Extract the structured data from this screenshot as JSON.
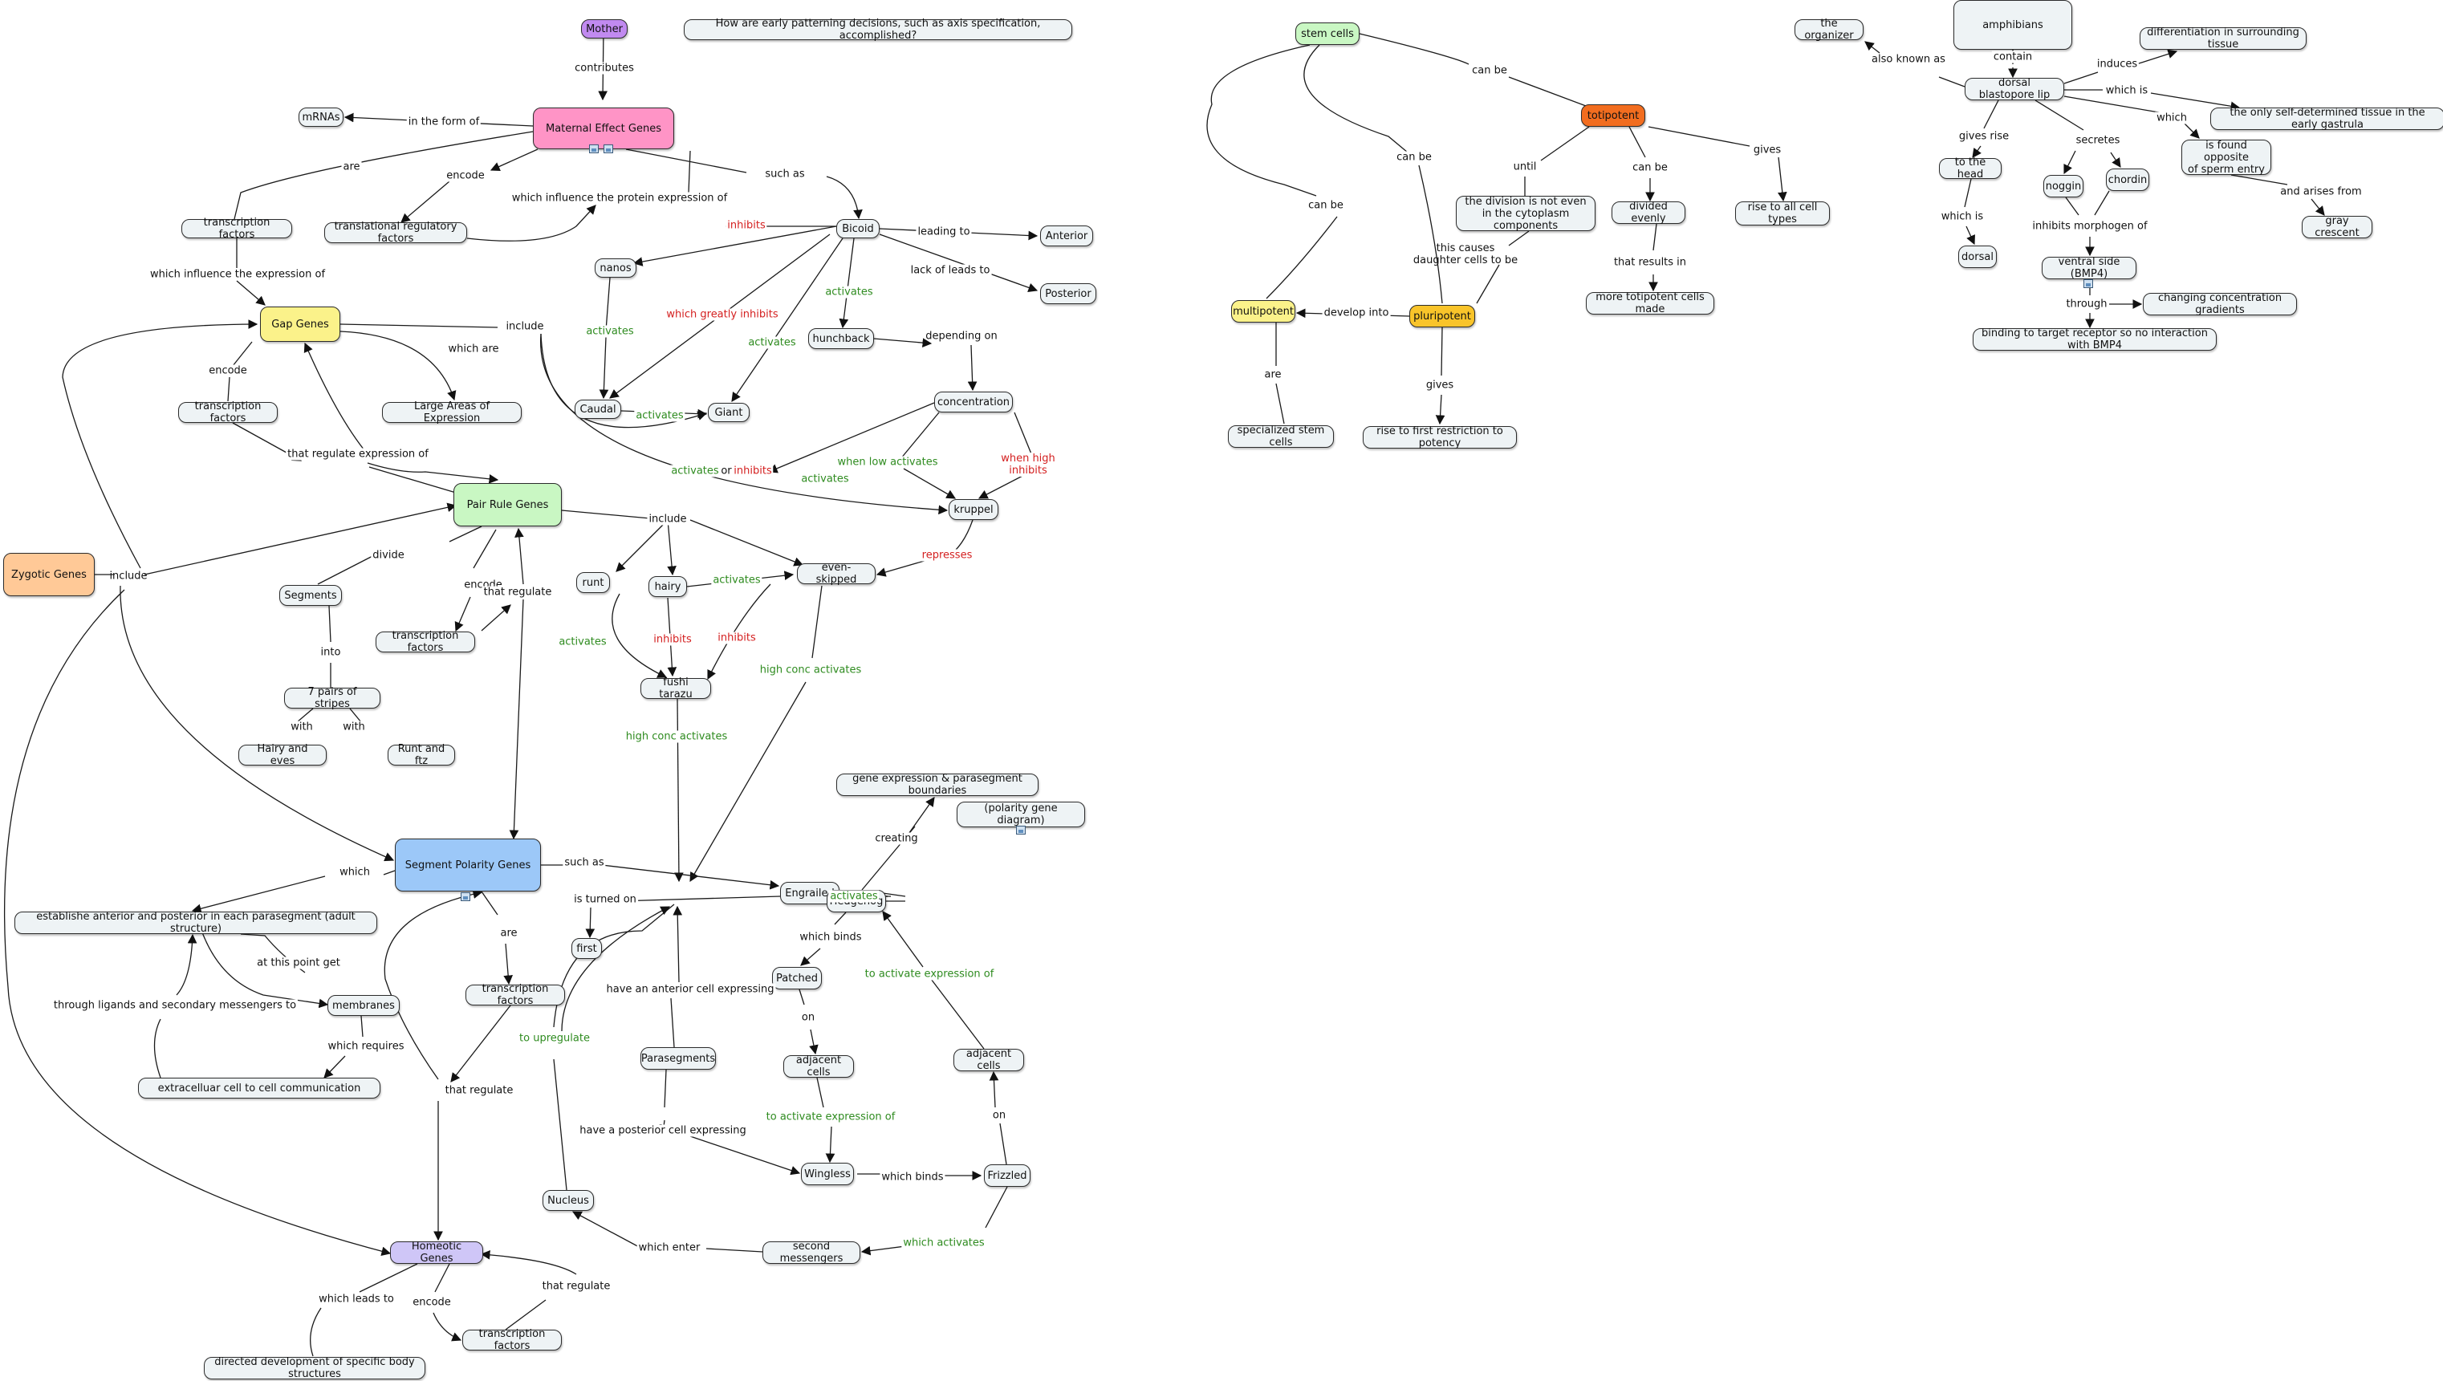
{
  "colors": {
    "mother": "#c18af0",
    "maternal": "#ff94c6",
    "gap": "#fbf28a",
    "pair_rule": "#c9f7c3",
    "zygotic": "#ffc997",
    "segment_polarity": "#9cc8f8",
    "homeotic": "#cfc6f7",
    "stem_cells": "#c9f7c3",
    "totipotent": "#f26d1f",
    "pluripotent": "#f9c42a",
    "multipotent": "#fbf28a",
    "amphibians": "#eef3f5",
    "default_node": "#eef3f5",
    "green_text": "#2e8b1f",
    "red_text": "#d42020"
  },
  "nodes": {
    "mother": "Mother",
    "question": "How are early patterning decisions, such as axis specification, accomplished?",
    "maternal_effect_genes": "Maternal Effect Genes",
    "mrnas": "mRNAs",
    "transcription_factors_1": "transcription factors",
    "translational_regulatory_factors": "translational regulatory factors",
    "bicoid": "Bicoid",
    "nanos": "nanos",
    "anterior": "Anterior",
    "posterior": "Posterior",
    "hunchback": "hunchback",
    "caudal": "Caudal",
    "giant": "Giant",
    "concentration": "concentration",
    "kruppel": "kruppel",
    "gap_genes": "Gap Genes",
    "transcription_factors_2": "transcription factors",
    "large_areas": "Large Areas of Expression",
    "pair_rule_genes": "Pair Rule Genes",
    "zygotic_genes": "Zygotic Genes",
    "segments": "Segments",
    "transcription_factors_3": "transcription factors",
    "seven_pairs": "7 pairs of stripes",
    "hairy_and_eves": "Hairy and eves",
    "runt_and_ftz": "Runt and ftz",
    "runt": "runt",
    "hairy": "hairy",
    "even_skipped": "even-skipped",
    "fushi_tarazu": "fushi tarazu",
    "segment_polarity_genes": "Segment Polarity Genes",
    "establishe": "establishe anterior and posterior in each parasegment (adult structure)",
    "membranes": "membranes",
    "extracellular": "extracelluar cell to cell communication",
    "transcription_factors_4": "transcription factors",
    "engrailed": "Engrailed",
    "first": "first",
    "parasegments": "Parasegments",
    "nucleus": "Nucleus",
    "homeotic_genes": "Homeotic Genes",
    "directed_development": "directed development of specific body structures",
    "transcription_factors_5": "transcription factors",
    "hedgehog": "Hedgehog",
    "gene_expression_boundaries": "gene expression & parasegment boundaries",
    "polarity_gene_diagram": "(polarity gene diagram)",
    "patched": "Patched",
    "adjacent_cells_1": "adjacent cells",
    "wingless": "Wingless",
    "frizzled": "Frizzled",
    "adjacent_cells_2": "adjacent cells",
    "second_messengers": "second messengers",
    "stem_cells": "stem cells",
    "totipotent": "totipotent",
    "division_not_even": "the division is not even\nin the cytoplasm components",
    "divided_evenly": "divided evenly",
    "more_totipotent": "more totipotent cells made",
    "rise_all_cell_types": "rise to all cell types",
    "multipotent": "multipotent",
    "pluripotent": "pluripotent",
    "specialized_stem_cells": "specialized stem cells",
    "rise_first_restriction": "rise to first restriction to potency",
    "the_organizer": "the organizer",
    "amphibians": "amphibians",
    "differentiation": "differentiation in surrounding tissue",
    "dorsal_blastopore_lip": "dorsal blastopore lip",
    "only_self_determined": "the only self-determined tissue in the early gastrula",
    "to_the_head": "to the head",
    "noggin": "noggin",
    "chordin": "chordin",
    "found_opposite": "is found opposite\nof sperm entry",
    "dorsal": "dorsal",
    "ventral_side": "ventral side (BMP4)",
    "gray_crescent": "gray crescent",
    "changing_gradients": "changing concentration gradients",
    "binding_receptor": "binding to target receptor so no interaction with BMP4"
  },
  "labels": {
    "contributes": "contributes",
    "in_the_form_of": "in the form of",
    "are_1": "are",
    "encode_1": "encode",
    "which_influence_protein": "which influence the protein expression of",
    "such_as_1": "such as",
    "inhibits_1": "inhibits",
    "leading_to": "leading to",
    "lack_of_leads_to": "lack of leads to",
    "which_influence_expression": "which influence the expression of",
    "include_1": "include",
    "which_are": "which are",
    "encode_2": "encode",
    "that_regulate_expression_of": "that regulate expression of",
    "which_greatly_inhibits": "which greatly inhibits",
    "activates_1": "activates",
    "activates_2": "activates",
    "activates_3": "activates",
    "depending_on": "depending on",
    "activates_4": "activates",
    "activates_or": "activates",
    "or_word": "or",
    "inhibits_or": "inhibits",
    "when_low_activates": "when low activates",
    "when_high_inhibits": "when high\ninhibits",
    "activates_5": "activates",
    "include_2": "include",
    "represses": "represses",
    "include_3": "include",
    "divide": "divide",
    "encode_3": "encode",
    "that_regulate_1": "that regulate",
    "into": "into",
    "with_1": "with",
    "with_2": "with",
    "activates_6": "activates",
    "activates_7": "activates",
    "inhibits_2": "inhibits",
    "inhibits_3": "inhibits",
    "high_conc_activates_1": "high conc activates",
    "high_conc_activates_2": "high conc activates",
    "which_1": "which",
    "at_this_point_get": "at this point get",
    "which_requires": "which requires",
    "through_ligands": "through ligands and secondary messengers to",
    "such_as_2": "such as",
    "is_turned_on": "is turned on",
    "are_2": "are",
    "that_regulate_2": "that regulate",
    "have_anterior": "have an anterior cell expressing",
    "have_posterior": "have a posterior cell expressing",
    "to_upregulate": "to upregulate",
    "activates_8": "activates",
    "creating": "creating",
    "which_binds_1": "which binds",
    "on_1": "on",
    "to_activate_expression_1": "to activate expression of",
    "to_activate_expression_2": "to activate expression of",
    "which_binds_2": "which binds",
    "on_2": "on",
    "which_activates": "which activates",
    "which_enter": "which enter",
    "which_leads_to": "which leads to",
    "encode_4": "encode",
    "that_regulate_3": "that regulate",
    "can_be_1": "can be",
    "can_be_2": "can be",
    "can_be_3": "can be",
    "until": "until",
    "can_be_4": "can be",
    "gives_1": "gives",
    "this_causes": "this causes\ndaughter cells to be",
    "that_results_in": "that results in",
    "develop_into": "develop into",
    "are_3": "are",
    "gives_2": "gives",
    "also_known_as": "also known as",
    "contain": "contain",
    "induces": "induces",
    "which_is_1": "which is",
    "which_2": "which",
    "gives_rise": "gives rise",
    "secretes": "secretes",
    "which_is_2": "which is",
    "inhibits_morphogen_of": "inhibits morphogen of",
    "and_arises_from": "and arises from",
    "through": "through"
  }
}
